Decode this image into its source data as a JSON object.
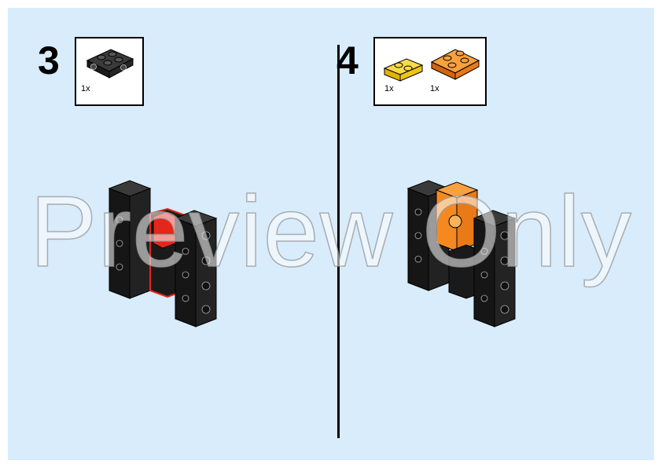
{
  "watermark": "Preview Only",
  "steps": [
    {
      "number": "3",
      "parts": [
        {
          "icon": "black-plate-with-clips-icon",
          "color": "#1f1f1f",
          "qty": "1x"
        }
      ]
    },
    {
      "number": "4",
      "parts": [
        {
          "icon": "yellow-plate-1x2-icon",
          "color": "#f7d117",
          "qty": "1x"
        },
        {
          "icon": "orange-plate-2x2-icon",
          "color": "#f5891f",
          "qty": "1x"
        }
      ]
    }
  ],
  "colors": {
    "background": "#d8ecfb",
    "brick_black": "#1b1b1b",
    "brick_red": "#e3271b",
    "brick_orange": "#f5891f",
    "brick_yellow": "#f7d117"
  }
}
